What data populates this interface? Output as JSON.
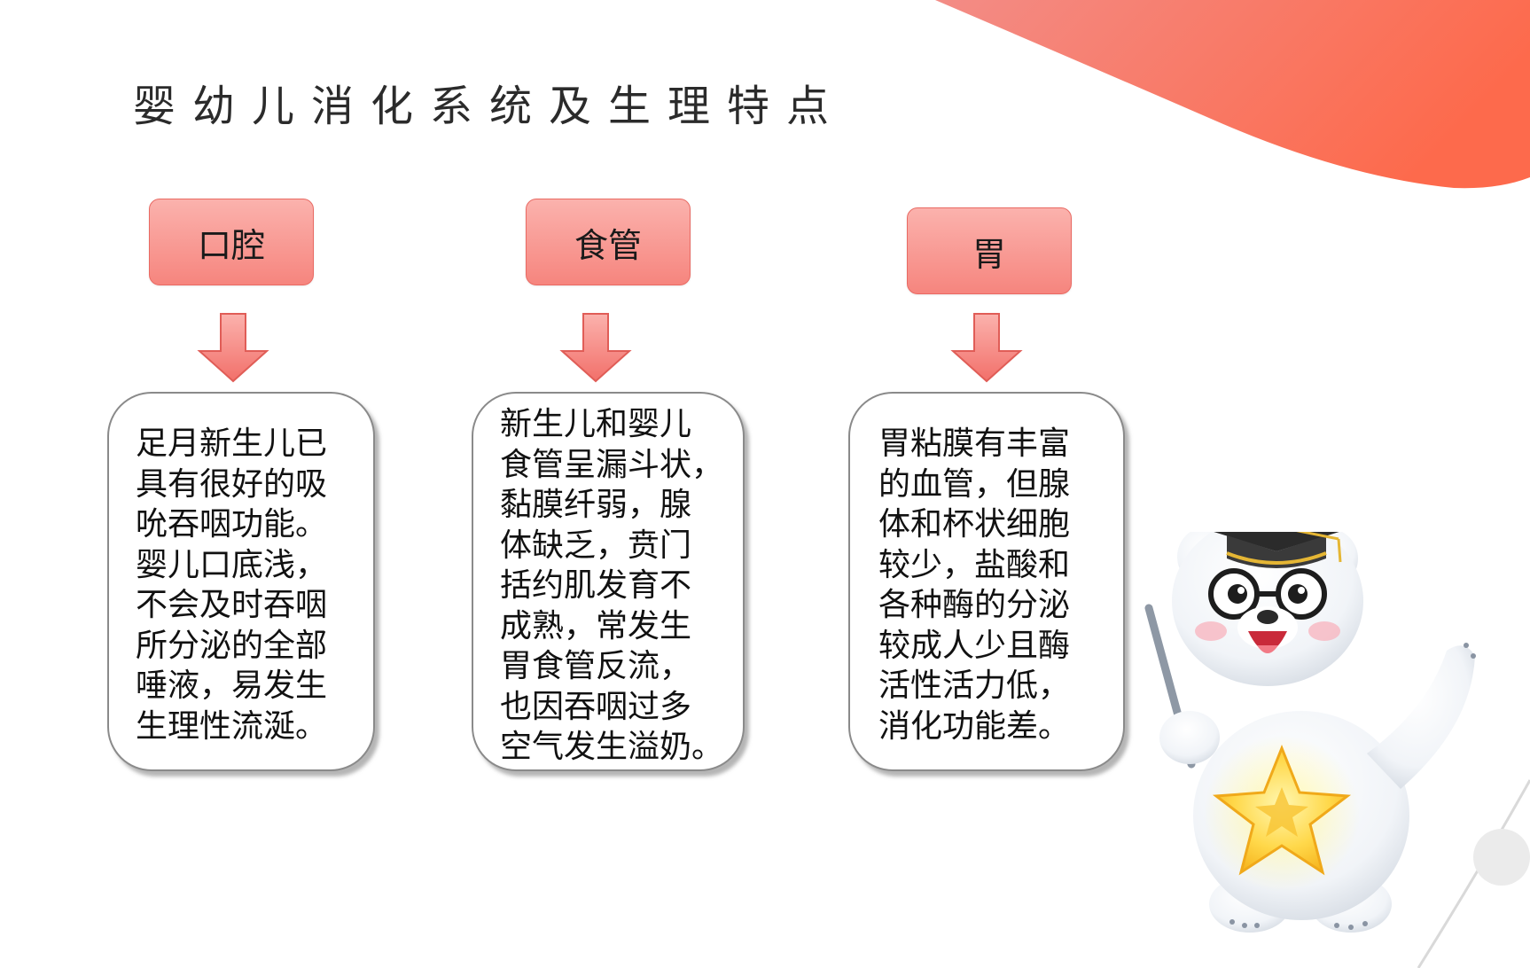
{
  "title": "婴幼儿消化系统及生理特点",
  "colors": {
    "accent": "#f6857e",
    "swoosh_start": "#f38c86",
    "swoosh_end": "#fd6a4c"
  },
  "columns": [
    {
      "header": "口腔",
      "text": "足月新生儿已\n具有很好的吸\n吮吞咽功能。\n婴儿口底浅，\n不会及时吞咽\n所分泌的全部\n唾液，易发生\n生理性流涎。"
    },
    {
      "header": "食管",
      "text": "新生儿和婴儿\n食管呈漏斗状，\n黏膜纤弱，腺\n体缺乏，贲门\n括约肌发育不\n成熟，常发生\n胃食管反流，\n也因吞咽过多\n空气发生溢奶。"
    },
    {
      "header": "胃",
      "text": "胃粘膜有丰富\n的血管，但腺\n体和杯状细胞\n较少，盐酸和\n各种酶的分泌\n较成人少且酶\n活性活力低，\n消化功能差。"
    }
  ],
  "icons": {
    "arrow": "arrow-down-icon",
    "mascot": "bear-mascot-icon",
    "star": "star-icon"
  }
}
